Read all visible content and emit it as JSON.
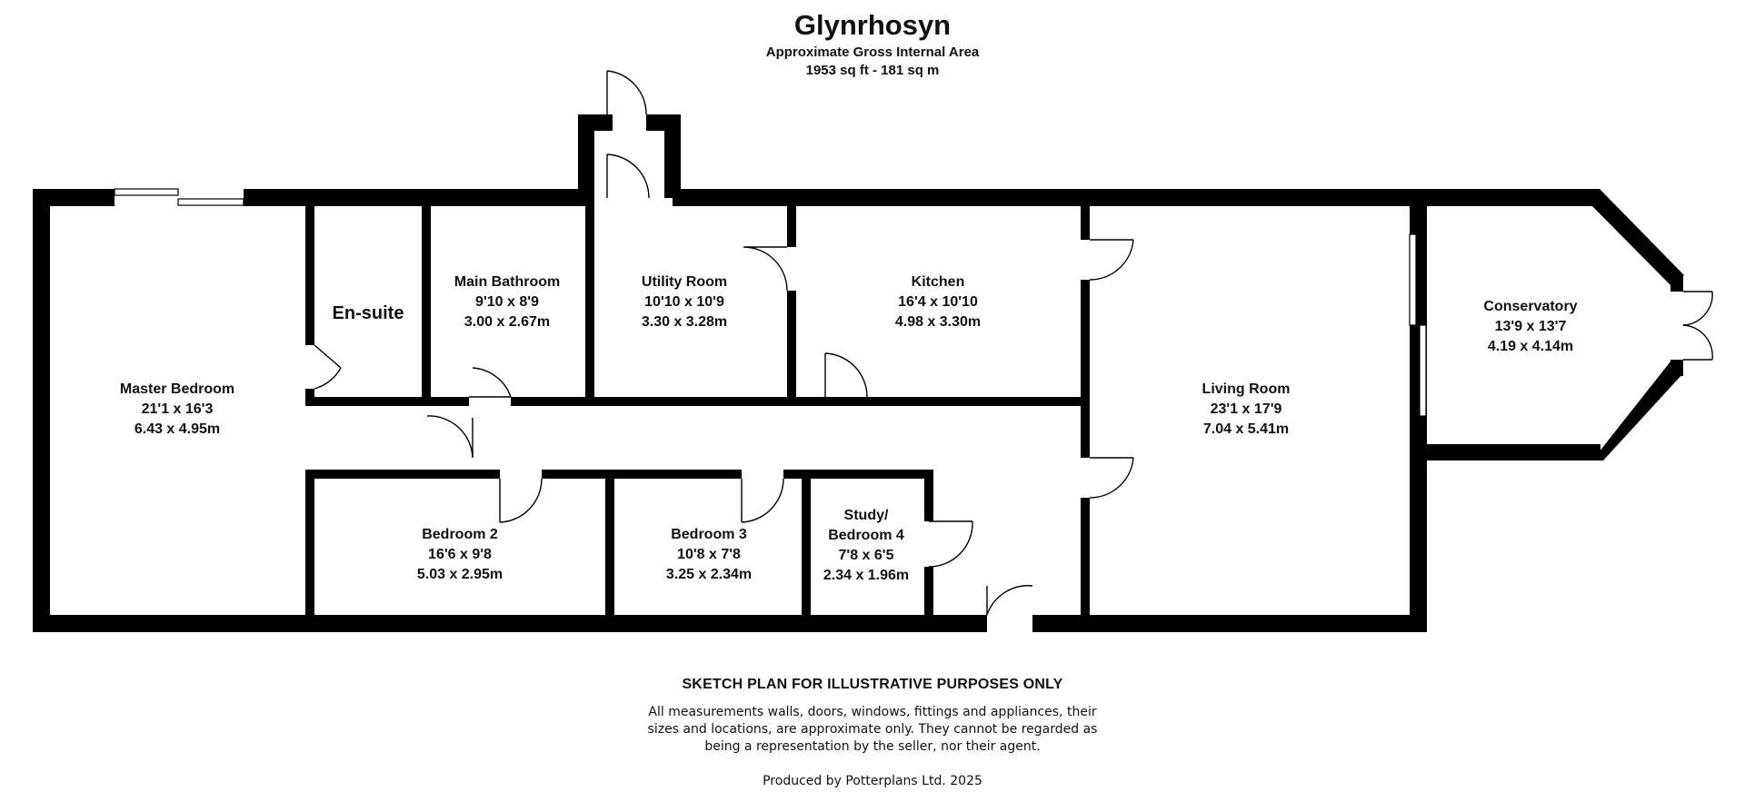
{
  "header": {
    "title": "Glynrhosyn",
    "subtitle": "Approximate Gross Internal Area",
    "area": "1953 sq ft - 181 sq m"
  },
  "rooms": {
    "master_bedroom": {
      "name": "Master Bedroom",
      "imperial": "21'1 x 16'3",
      "metric": "6.43 x 4.95m"
    },
    "ensuite": {
      "name": "En-suite"
    },
    "main_bathroom": {
      "name": "Main Bathroom",
      "imperial": "9'10 x 8'9",
      "metric": "3.00 x 2.67m"
    },
    "utility_room": {
      "name": "Utility Room",
      "imperial": "10'10 x 10'9",
      "metric": "3.30 x 3.28m"
    },
    "kitchen": {
      "name": "Kitchen",
      "imperial": "16'4 x 10'10",
      "metric": "4.98 x 3.30m"
    },
    "living_room": {
      "name": "Living Room",
      "imperial": "23'1 x 17'9",
      "metric": "7.04 x 5.41m"
    },
    "conservatory": {
      "name": "Conservatory",
      "imperial": "13'9 x 13'7",
      "metric": "4.19 x 4.14m"
    },
    "bedroom_2": {
      "name": "Bedroom 2",
      "imperial": "16'6 x 9'8",
      "metric": "5.03 x 2.95m"
    },
    "bedroom_3": {
      "name": "Bedroom 3",
      "imperial": "10'8 x 7'8",
      "metric": "3.25 x 2.34m"
    },
    "study": {
      "name_line1": "Study/",
      "name_line2": "Bedroom 4",
      "imperial": "7'8 x 6'5",
      "metric": "2.34 x 1.96m"
    }
  },
  "footer": {
    "heading": "SKETCH PLAN FOR ILLUSTRATIVE PURPOSES ONLY",
    "line1": "All measurements walls, doors, windows, fittings and appliances, their",
    "line2": "sizes and locations, are approximate only. They cannot be regarded as",
    "line3": "being a representation by the seller, nor their agent.",
    "credit": "Produced by Potterplans Ltd. 2025"
  },
  "colors": {
    "wall": "#000000",
    "background": "#ffffff"
  }
}
